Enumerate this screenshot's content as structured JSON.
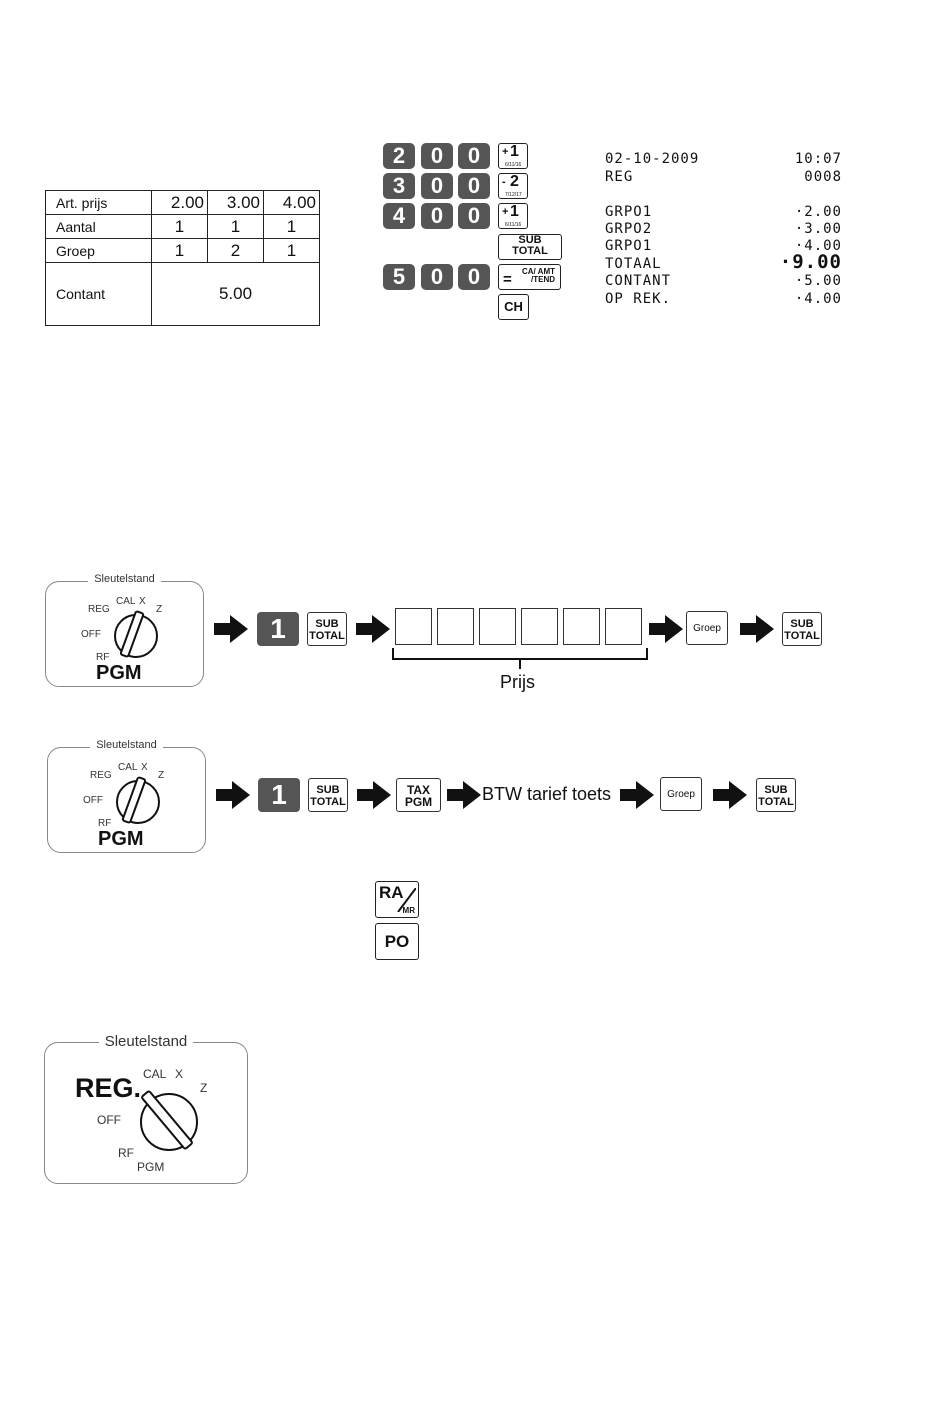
{
  "table": {
    "rows": [
      {
        "label": "Art. prijs",
        "values": [
          "2.00",
          "3.00",
          "4.00"
        ]
      },
      {
        "label": "Aantal",
        "values": [
          "1",
          "1",
          "1"
        ]
      },
      {
        "label": "Groep",
        "values": [
          "1",
          "2",
          "1"
        ]
      }
    ],
    "contant_label": "Contant",
    "contant_value": "5.00"
  },
  "keys": {
    "row1": [
      "2",
      "0",
      "0"
    ],
    "row2": [
      "3",
      "0",
      "0"
    ],
    "row3": [
      "4",
      "0",
      "0"
    ],
    "row4": [
      "5",
      "0",
      "0"
    ],
    "grp1": {
      "sign": "+",
      "digit": "1",
      "small": "6/11/16"
    },
    "grp2": {
      "sign": "-",
      "digit": "2",
      "small": "7/12/17"
    },
    "grp3": {
      "sign": "+",
      "digit": "1",
      "small": "6/11/16"
    },
    "subtotal": [
      "SUB",
      "TOTAL"
    ],
    "ca_eq": "=",
    "ca_text": [
      "CA/ AMT",
      "/TEND"
    ],
    "ch": "CH"
  },
  "receipt": {
    "date": "02-10-2009",
    "time": "10:07",
    "mode": "REG",
    "number": "0008",
    "lines": [
      {
        "label": "GRPO1",
        "value": "·2.00"
      },
      {
        "label": "GRPO2",
        "value": "·3.00"
      },
      {
        "label": "GRPO1",
        "value": "·4.00"
      },
      {
        "label": "TOTAAL",
        "value": "·9.00"
      },
      {
        "label": "CONTANT",
        "value": "·5.00"
      },
      {
        "label": "OP REK.",
        "value": "·4.00"
      }
    ]
  },
  "mode_panel": {
    "caption": "Sleutelstand",
    "labels": {
      "reg": "REG",
      "cal": "CAL",
      "x": "X",
      "z": "Z",
      "off": "OFF",
      "rf": "RF",
      "pgm": "PGM"
    },
    "big_pgm": "PGM",
    "big_reg": "REG."
  },
  "flow1": {
    "key1": "1",
    "subtotal": [
      "SUB",
      "TOTAL"
    ],
    "prijs_label": "Prijs",
    "groep_label": "Groep"
  },
  "flow2": {
    "key1": "1",
    "subtotal": [
      "SUB",
      "TOTAL"
    ],
    "tax": [
      "TAX",
      "PGM"
    ],
    "btw_label": "BTW tarief toets",
    "groep_label": "Groep"
  },
  "extra_keys": {
    "ra": "RA",
    "ra_small": "MR",
    "po": "PO"
  }
}
